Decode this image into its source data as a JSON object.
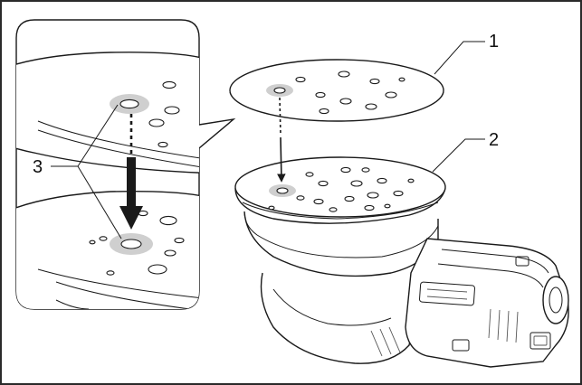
{
  "callouts": {
    "label_1": "1",
    "label_2": "2",
    "label_3": "3"
  },
  "colors": {
    "line": "#1a1a1a",
    "highlight": "#cfcfcf",
    "background": "#ffffff"
  }
}
